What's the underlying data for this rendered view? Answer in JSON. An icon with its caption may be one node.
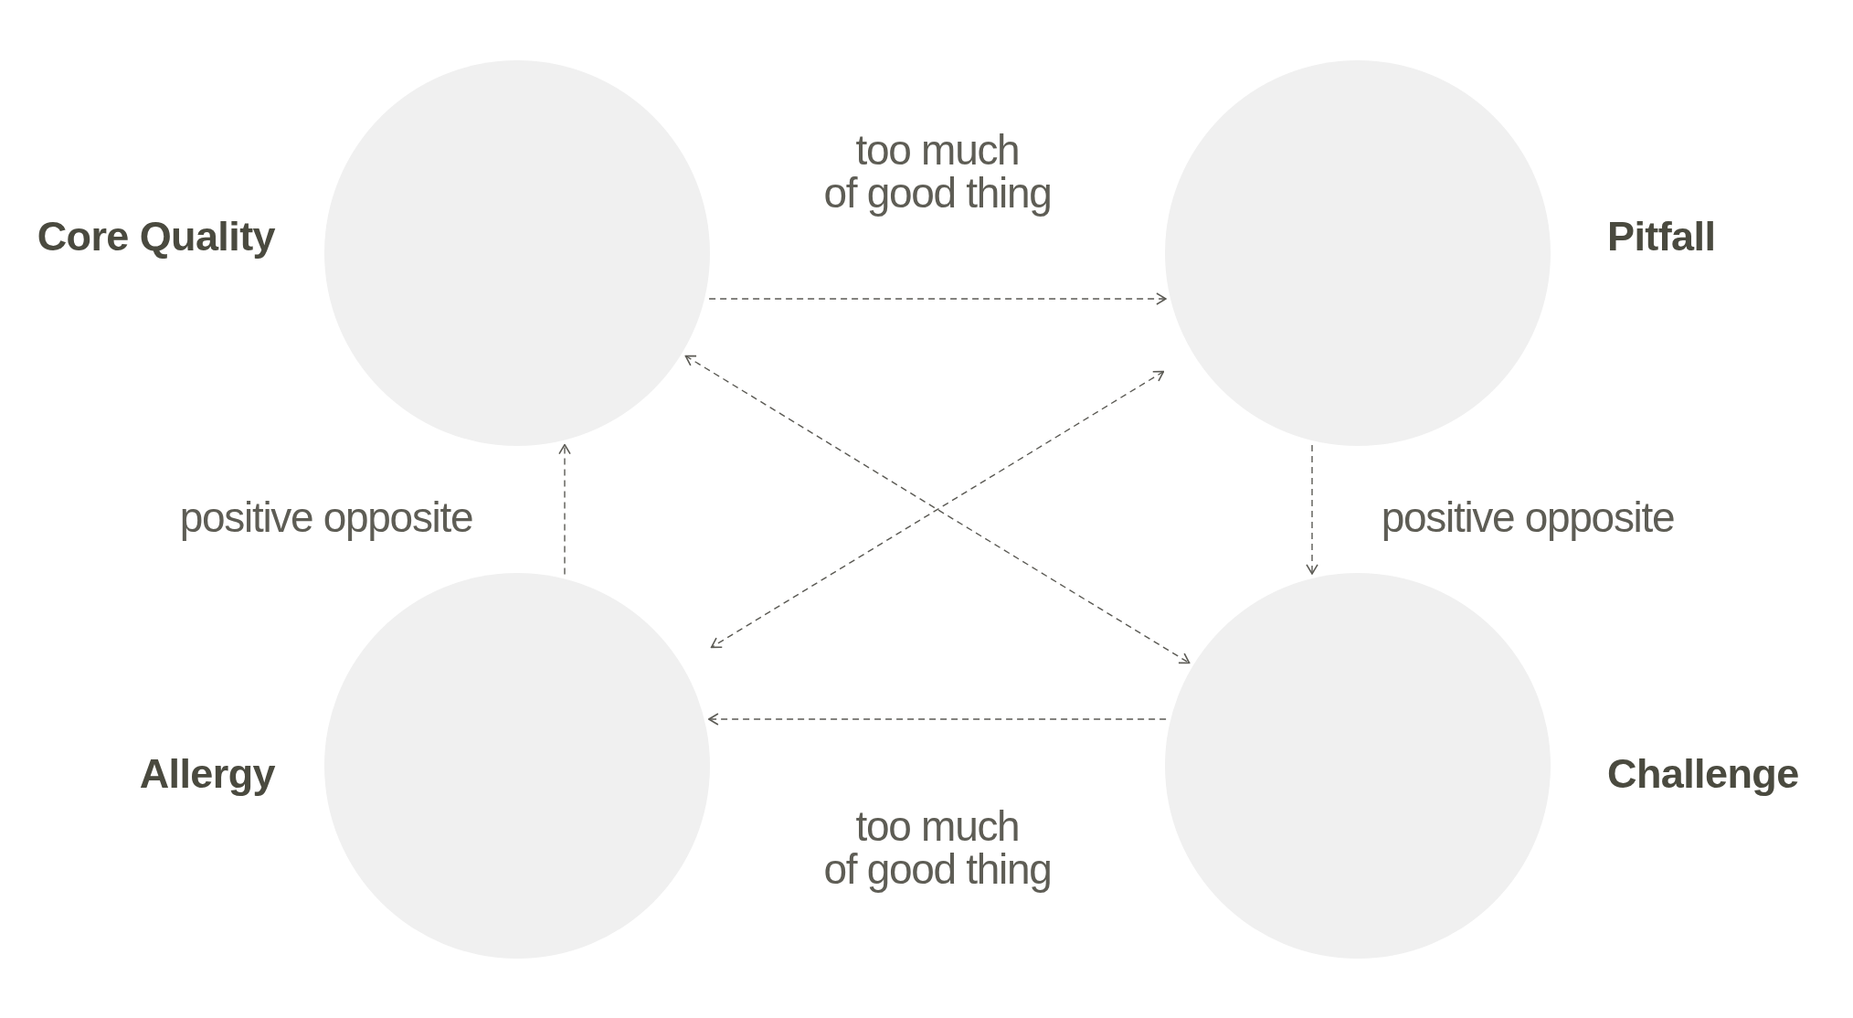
{
  "diagram": {
    "nodes": [
      {
        "text": [
          "Core Quality"
        ]
      },
      {
        "text": [
          "Pitfall"
        ]
      },
      {
        "text": [
          "Allergy"
        ]
      },
      {
        "text": [
          "Challenge"
        ]
      }
    ],
    "edges": [
      {
        "from": 0,
        "to": 1,
        "arrow": "to",
        "label": "too much of good thing",
        "style": "dashed"
      },
      {
        "from": 0,
        "to": 3,
        "arrow": "both",
        "style": "dashed"
      },
      {
        "from": 1,
        "to": 2,
        "arrow": "both",
        "style": "dashed"
      },
      {
        "from": 2,
        "to": 0,
        "arrow": "to",
        "label": "positive opposite",
        "style": "dashed"
      },
      {
        "from": 1,
        "to": 3,
        "arrow": "to",
        "label": "positive opposite",
        "style": "dashed"
      },
      {
        "from": 3,
        "to": 2,
        "arrow": "to",
        "label": "too much of good thing",
        "style": "dashed"
      }
    ]
  }
}
